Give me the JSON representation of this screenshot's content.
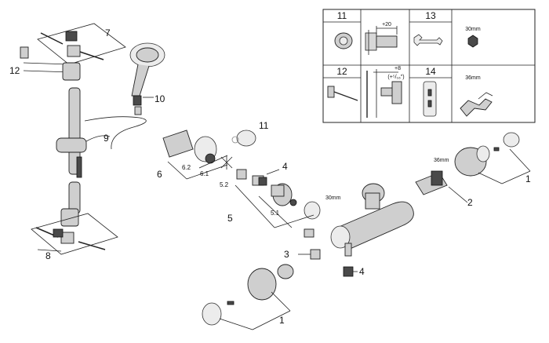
{
  "callouts": {
    "c1a": "1",
    "c1b": "1",
    "c2": "2",
    "c3": "3",
    "c4a": "4",
    "c4b": "4",
    "c5": "5",
    "c5_1": "5.1",
    "c5_2": "5.2",
    "c6": "6",
    "c6_1": "6.1",
    "c6_2": "6.2",
    "c7": "7",
    "c8": "8",
    "c9": "9",
    "c10": "10",
    "c11": "11",
    "c12": "12"
  },
  "dimensions": {
    "nut_36mm_a": "36mm",
    "nut_30mm": "30mm"
  },
  "inset": {
    "cells": [
      {
        "number": "11"
      },
      {
        "number": "13"
      },
      {
        "number": "12"
      },
      {
        "number": "14"
      }
    ],
    "dim_20": "+20",
    "dim_8": "+8",
    "dim_8_inch": "(+⁵/₁₆\")",
    "wrench_size": "30mm",
    "cartridge_size": "36mm"
  },
  "colors": {
    "line": "#222222",
    "part_fill": "#cfcfcf",
    "dark_fill": "#4a4a4a"
  }
}
